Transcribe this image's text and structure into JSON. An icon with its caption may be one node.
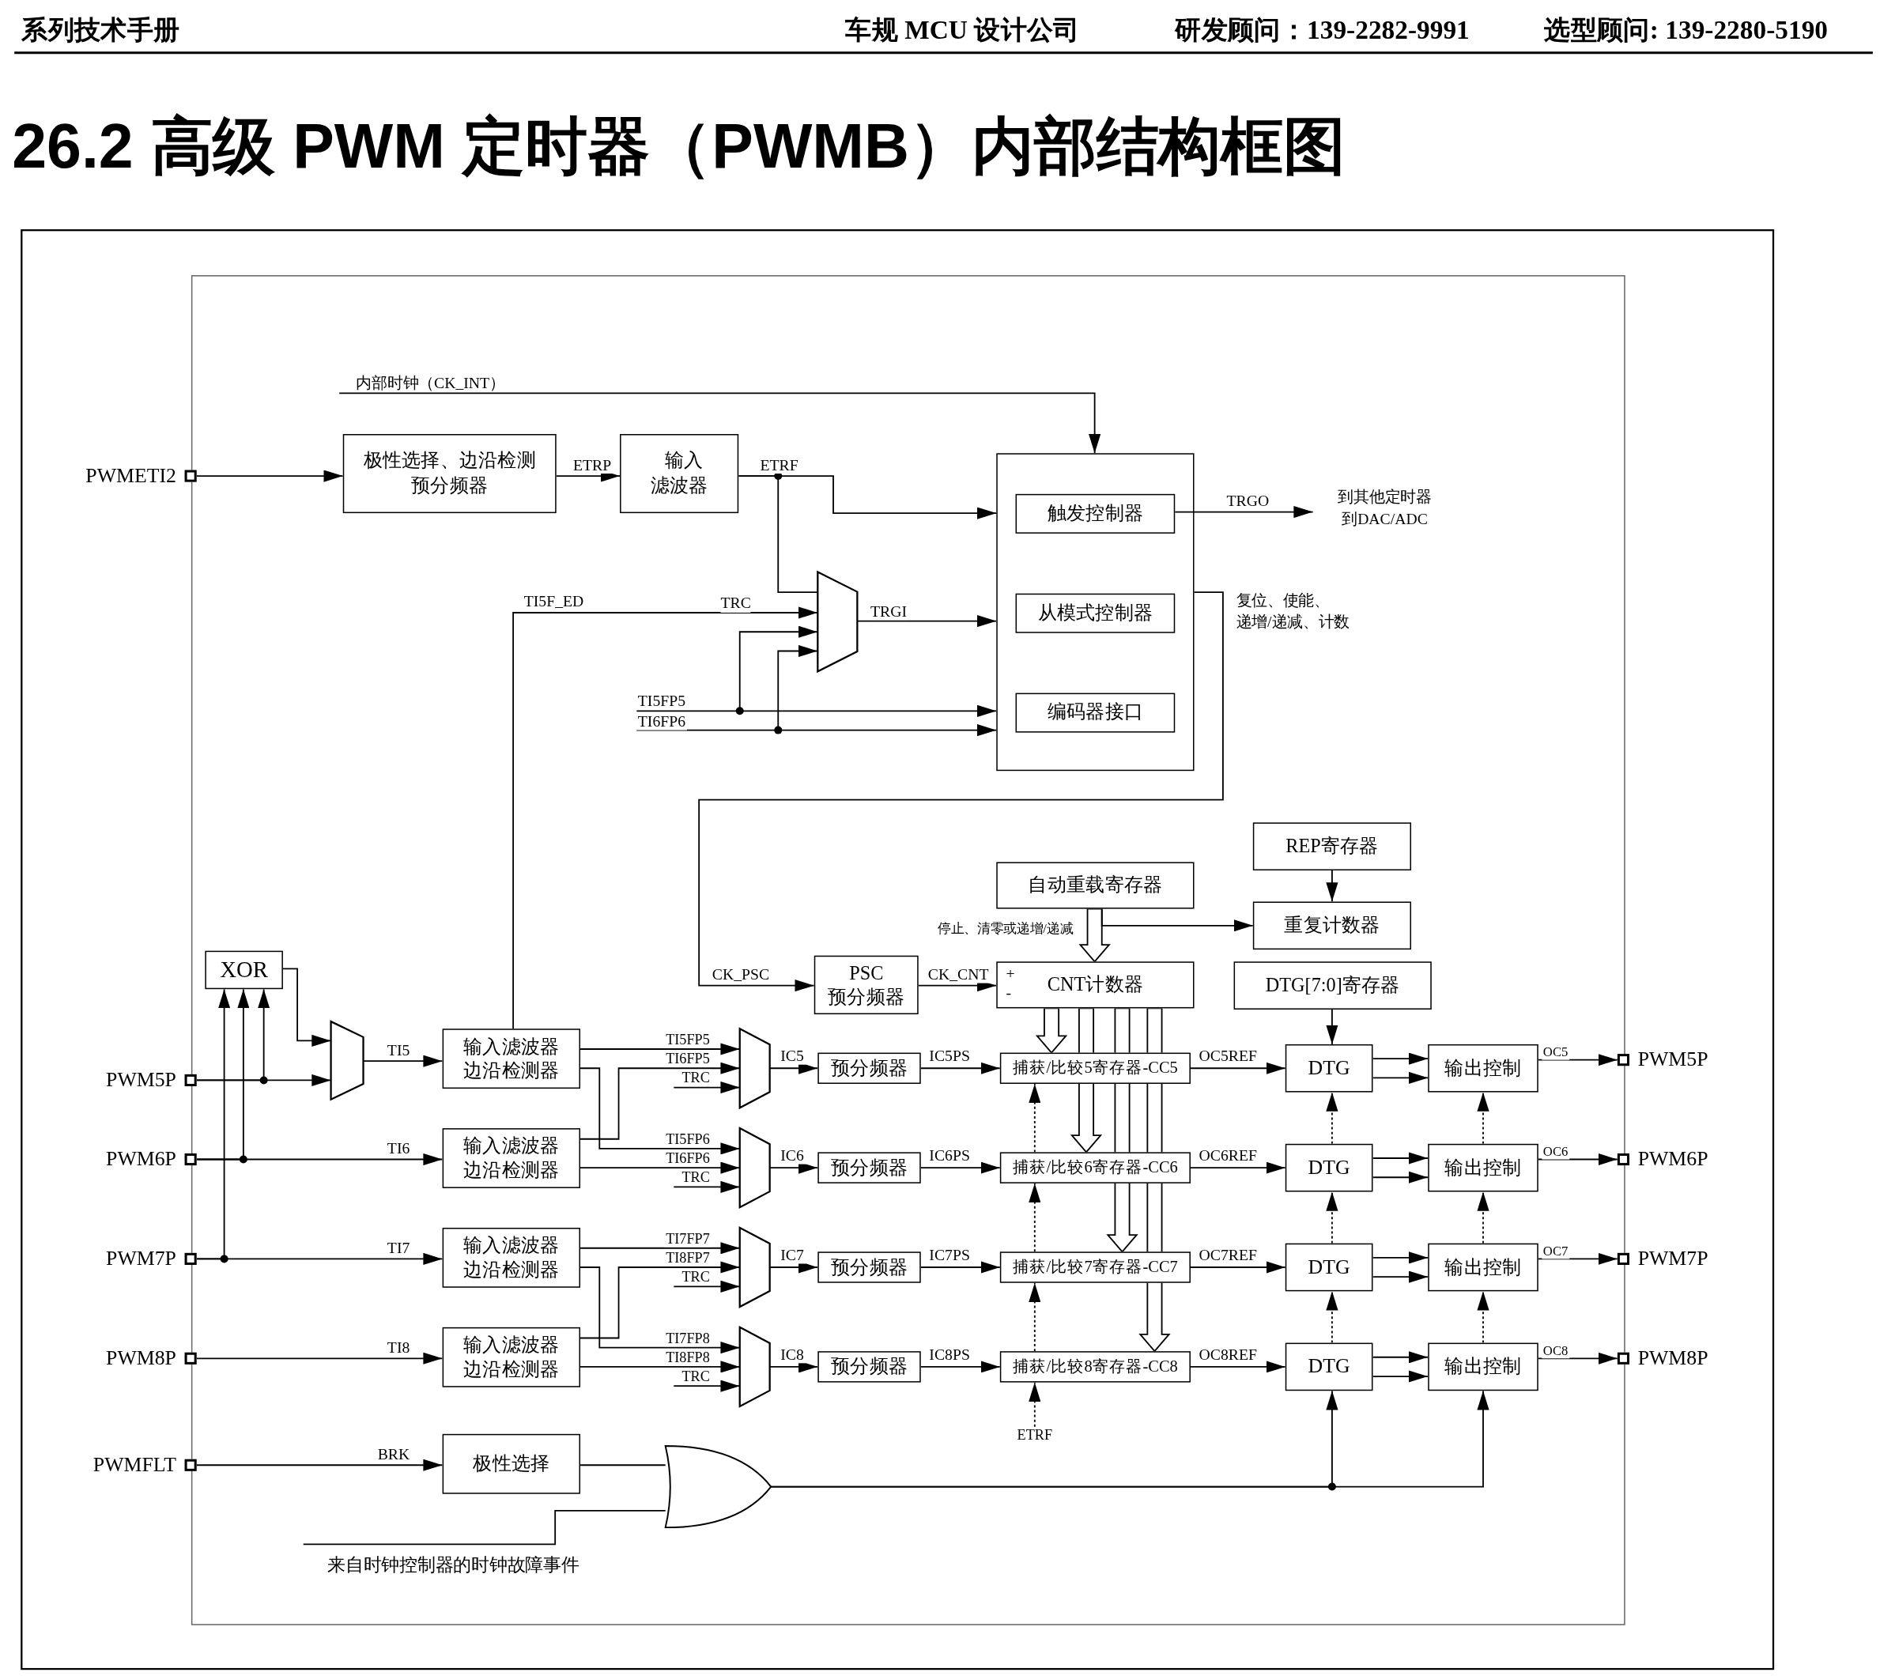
{
  "diagram": {
    "title": "26.2 高级 PWM 定时器（PWMB）内部结构框图",
    "nodes": [
      {
        "text": [
          "PWMETI2"
        ]
      },
      {
        "text": [
          "PWM5P"
        ]
      },
      {
        "text": [
          "PWM6P"
        ]
      },
      {
        "text": [
          "PWM7P"
        ]
      },
      {
        "text": [
          "PWM8P"
        ]
      },
      {
        "text": [
          "PWMFLT"
        ]
      },
      {
        "text": [
          "极性选择、边沿检测预分频器"
        ]
      },
      {
        "text": [
          "输入滤波器"
        ]
      },
      {
        "text": [],
        "shape": "box"
      },
      {
        "text": [
          "触发控制器"
        ],
        "in": 8
      },
      {
        "text": [
          "从模式控制器"
        ],
        "in": 8
      },
      {
        "text": [
          "编码器接口"
        ],
        "in": 8
      },
      {
        "text": [
          "到其他定时器到DAC/ADC"
        ]
      },
      {
        "text": [],
        "shape": "trapezoid"
      },
      {
        "text": [
          "REP寄存器"
        ]
      },
      {
        "text": [
          "自动重载寄存器"
        ]
      },
      {
        "text": [
          "重复计数器"
        ]
      },
      {
        "text": [
          "XOR"
        ]
      },
      {
        "text": [
          "PSC 预分频器"
        ]
      },
      {
        "text": [
          "+",
          "-",
          "CNT计数器"
        ]
      },
      {
        "text": [
          "DTG[7:0]寄存器"
        ]
      },
      {
        "text": [],
        "shape": "trapezoid"
      },
      {
        "text": [
          "输入滤波器边沿检测器"
        ]
      },
      {
        "text": [],
        "shape": "trapezoid"
      },
      {
        "text": [
          "预分频器"
        ]
      },
      {
        "text": [
          "捕获/比较5寄存器-CC5"
        ]
      },
      {
        "text": [
          "DTG"
        ]
      },
      {
        "text": [
          "输出控制"
        ]
      },
      {
        "text": [
          "PWM5P"
        ]
      },
      {
        "text": [
          "输入滤波器边沿检测器"
        ]
      },
      {
        "text": [],
        "shape": "trapezoid"
      },
      {
        "text": [
          "预分频器"
        ]
      },
      {
        "text": [
          "捕获/比较6寄存器-CC6"
        ]
      },
      {
        "text": [
          "DTG"
        ]
      },
      {
        "text": [
          "输出控制"
        ]
      },
      {
        "text": [
          "PWM6P"
        ]
      },
      {
        "text": [
          "输入滤波器边沿检测器"
        ]
      },
      {
        "text": [],
        "shape": "trapezoid"
      },
      {
        "text": [
          "预分频器"
        ]
      },
      {
        "text": [
          "捕获/比较7寄存器-CC7"
        ]
      },
      {
        "text": [
          "DTG"
        ]
      },
      {
        "text": [
          "输出控制"
        ]
      },
      {
        "text": [
          "PWM7P"
        ]
      },
      {
        "text": [
          "输入滤波器边沿检测器"
        ]
      },
      {
        "text": [],
        "shape": "trapezoid"
      },
      {
        "text": [
          "预分频器"
        ]
      },
      {
        "text": [
          "捕获/比较8寄存器-CC8"
        ]
      },
      {
        "text": [
          "DTG"
        ]
      },
      {
        "text": [
          "输出控制"
        ]
      },
      {
        "text": [
          "PWM8P"
        ]
      },
      {
        "text": [
          "极性选择"
        ]
      },
      {
        "text": [],
        "shape": "gate"
      },
      {
        "text": [
          "ETRF"
        ]
      },
      {
        "text": [
          "来自时钟控制器的时钟故障事件"
        ]
      }
    ],
    "edges": [
      {
        "from": 0,
        "to": 6,
        "arrow": "to"
      },
      {
        "from": 6,
        "to": 7,
        "arrow": "to",
        "label": "ETRP"
      },
      {
        "from": 7,
        "to": 8,
        "arrow": "to",
        "label": "ETRF"
      },
      {
        "from": 7,
        "to": 13,
        "arrow": "none"
      },
      {
        "from": null,
        "to": 8,
        "arrow": "to",
        "label": "内部时钟（CK_INT）"
      },
      {
        "from": 9,
        "to": 12,
        "arrow": "to",
        "label": "TRGO"
      },
      {
        "from": 13,
        "to": 8,
        "arrow": "to",
        "label": "TRGI"
      },
      {
        "from": 22,
        "to": 13,
        "arrow": "to",
        "label": "TI5F_ED"
      },
      {
        "from": null,
        "to": 8,
        "arrow": "to",
        "label": "TI5FP5"
      },
      {
        "from": null,
        "to": 8,
        "arrow": "to",
        "label": "TI6FP6"
      },
      {
        "from": null,
        "to": 13,
        "arrow": "to"
      },
      {
        "from": null,
        "to": 13,
        "arrow": "to"
      },
      {
        "from": 8,
        "to": 18,
        "arrow": "to",
        "label": "CK_PSC"
      },
      {
        "from": 14,
        "to": 16,
        "arrow": "to"
      },
      {
        "from": 15,
        "to": 19,
        "arrow": "to",
        "style": "thick"
      },
      {
        "from": 15,
        "to": 16,
        "arrow": "to"
      },
      {
        "from": 18,
        "to": 19,
        "arrow": "to",
        "label": "CK_CNT"
      },
      {
        "from": 20,
        "to": 26,
        "arrow": "to"
      },
      {
        "from": 17,
        "to": 21,
        "arrow": "to"
      },
      {
        "from": 1,
        "to": 21,
        "arrow": "to"
      },
      {
        "from": 1,
        "to": 17,
        "arrow": "to"
      },
      {
        "from": 2,
        "to": 17,
        "arrow": "to"
      },
      {
        "from": 3,
        "to": 17,
        "arrow": "to"
      },
      {
        "from": 21,
        "to": 22,
        "arrow": "to",
        "label": "TI5"
      },
      {
        "from": 2,
        "to": 29,
        "arrow": "to",
        "label": "TI6"
      },
      {
        "from": 3,
        "to": 36,
        "arrow": "to",
        "label": "TI7"
      },
      {
        "from": 4,
        "to": 43,
        "arrow": "to",
        "label": "TI8"
      },
      {
        "from": 22,
        "to": 23,
        "arrow": "to",
        "label": "TI5FP5"
      },
      {
        "from": 22,
        "to": 30,
        "arrow": "to",
        "label": "TI5FP6"
      },
      {
        "from": 29,
        "to": 23,
        "arrow": "to",
        "label": "TI6FP5"
      },
      {
        "from": 29,
        "to": 30,
        "arrow": "to",
        "label": "TI6FP6"
      },
      {
        "from": null,
        "to": 23,
        "arrow": "to",
        "label": "TRC"
      },
      {
        "from": null,
        "to": 30,
        "arrow": "to",
        "label": "TRC"
      },
      {
        "from": 36,
        "to": 37,
        "arrow": "to",
        "label": "TI7FP7"
      },
      {
        "from": 36,
        "to": 44,
        "arrow": "to",
        "label": "TI7FP8"
      },
      {
        "from": 43,
        "to": 37,
        "arrow": "to",
        "label": "TI8FP7"
      },
      {
        "from": 43,
        "to": 44,
        "arrow": "to",
        "label": "TI8FP8"
      },
      {
        "from": null,
        "to": 37,
        "arrow": "to",
        "label": "TRC"
      },
      {
        "from": null,
        "to": 44,
        "arrow": "to",
        "label": "TRC"
      },
      {
        "from": 23,
        "to": 24,
        "arrow": "to",
        "label": "IC5"
      },
      {
        "from": 24,
        "to": 25,
        "arrow": "to",
        "label": "IC5PS"
      },
      {
        "from": 25,
        "to": 26,
        "arrow": "to",
        "label": "OC5REF"
      },
      {
        "from": 26,
        "to": 27,
        "arrow": "to"
      },
      {
        "from": 26,
        "to": 27,
        "arrow": "to"
      },
      {
        "from": 27,
        "to": 28,
        "arrow": "to",
        "label": "OC5"
      },
      {
        "from": 19,
        "to": 25,
        "arrow": "to",
        "style": "thick"
      },
      {
        "from": 30,
        "to": 31,
        "arrow": "to",
        "label": "IC6"
      },
      {
        "from": 31,
        "to": 32,
        "arrow": "to",
        "label": "IC6PS"
      },
      {
        "from": 32,
        "to": 33,
        "arrow": "to",
        "label": "OC6REF"
      },
      {
        "from": 33,
        "to": 34,
        "arrow": "to"
      },
      {
        "from": 33,
        "to": 34,
        "arrow": "to"
      },
      {
        "from": 34,
        "to": 35,
        "arrow": "to",
        "label": "OC6"
      },
      {
        "from": 19,
        "to": 32,
        "arrow": "to",
        "style": "thick"
      },
      {
        "from": 37,
        "to": 38,
        "arrow": "to",
        "label": "IC7"
      },
      {
        "from": 38,
        "to": 39,
        "arrow": "to",
        "label": "IC7PS"
      },
      {
        "from": 39,
        "to": 40,
        "arrow": "to",
        "label": "OC7REF"
      },
      {
        "from": 40,
        "to": 41,
        "arrow": "to"
      },
      {
        "from": 40,
        "to": 41,
        "arrow": "to"
      },
      {
        "from": 41,
        "to": 42,
        "arrow": "to",
        "label": "OC7"
      },
      {
        "from": 19,
        "to": 39,
        "arrow": "to",
        "style": "thick"
      },
      {
        "from": 44,
        "to": 45,
        "arrow": "to",
        "label": "IC8"
      },
      {
        "from": 45,
        "to": 46,
        "arrow": "to",
        "label": "IC8PS"
      },
      {
        "from": 46,
        "to": 47,
        "arrow": "to",
        "label": "OC8REF"
      },
      {
        "from": 47,
        "to": 48,
        "arrow": "to"
      },
      {
        "from": 47,
        "to": 48,
        "arrow": "to"
      },
      {
        "from": 48,
        "to": 49,
        "arrow": "to",
        "label": "OC8"
      },
      {
        "from": 19,
        "to": 46,
        "arrow": "to",
        "style": "thick"
      },
      {
        "from": 52,
        "to": 46,
        "arrow": "to",
        "style": "dashed"
      },
      {
        "from": 46,
        "to": 39,
        "arrow": "to",
        "style": "dashed"
      },
      {
        "from": 39,
        "to": 32,
        "arrow": "to",
        "style": "dashed"
      },
      {
        "from": 32,
        "to": 25,
        "arrow": "to",
        "style": "dashed"
      },
      {
        "from": 51,
        "to": 47,
        "arrow": "to"
      },
      {
        "from": 47,
        "to": 40,
        "arrow": "to",
        "style": "dashed"
      },
      {
        "from": 40,
        "to": 33,
        "arrow": "to",
        "style": "dashed"
      },
      {
        "from": 33,
        "to": 26,
        "arrow": "to",
        "style": "dashed"
      },
      {
        "from": 51,
        "to": 48,
        "arrow": "to"
      },
      {
        "from": 48,
        "to": 41,
        "arrow": "to",
        "style": "dashed"
      },
      {
        "from": 41,
        "to": 34,
        "arrow": "to",
        "style": "dashed"
      },
      {
        "from": 34,
        "to": 27,
        "arrow": "to",
        "style": "dashed"
      },
      {
        "from": 5,
        "to": 50,
        "arrow": "to",
        "label": "BRK"
      },
      {
        "from": 50,
        "to": 51,
        "arrow": "none"
      },
      {
        "from": 53,
        "to": 51,
        "arrow": "none"
      }
    ],
    "labels": [
      "系列技术手册",
      "车规 MCU 设计公司",
      "研发顾问：139-2282-9991",
      "选型顾问: 139-2280-5190",
      "TRC",
      "复位、使能、递增/递减、计数",
      "停止、清零或递增/递减"
    ]
  }
}
